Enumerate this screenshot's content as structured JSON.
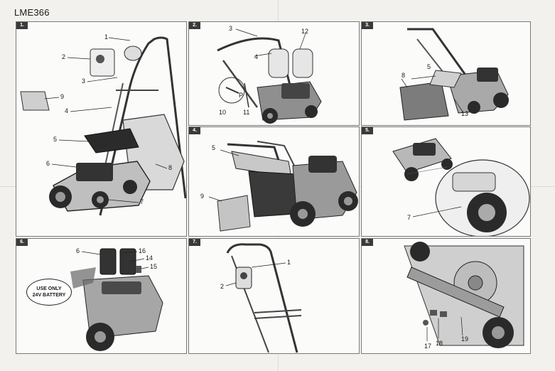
{
  "model_code": "LME366",
  "panels": [
    {
      "step": "1.",
      "callouts": [
        "1",
        "2",
        "3",
        "4",
        "5",
        "6",
        "7",
        "8",
        "9"
      ]
    },
    {
      "step": "2.",
      "callouts": [
        "3",
        "4",
        "12",
        "P",
        "10",
        "11"
      ]
    },
    {
      "step": "3.",
      "callouts": [
        "5",
        "8",
        "13"
      ]
    },
    {
      "step": "4.",
      "callouts": [
        "5",
        "9"
      ]
    },
    {
      "step": "5.",
      "callouts": [
        "7"
      ]
    },
    {
      "step": "6.",
      "callouts": [
        "6",
        "16",
        "14",
        "15"
      ],
      "warning": [
        "USE ONLY",
        "24V BATTERY"
      ]
    },
    {
      "step": "7.",
      "callouts": [
        "1",
        "2"
      ]
    },
    {
      "step": "8.",
      "callouts": [
        "17",
        "18",
        "19"
      ]
    }
  ]
}
